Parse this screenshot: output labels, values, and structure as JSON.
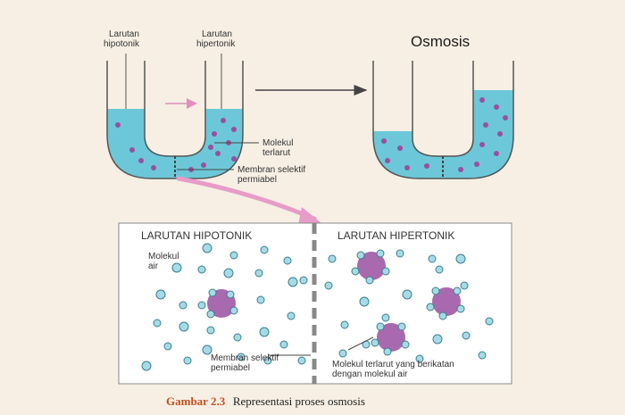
{
  "title": "Osmosis",
  "labels": {
    "left_tube_left_top": "Larutan\nhipotonik",
    "left_tube_right_top": "Larutan\nhipertonik",
    "solute": "Molekul\nterlarut",
    "membrane_top": "Membran selektif\npermiabel",
    "box_left_header": "LARUTAN HIPOTONIK",
    "box_right_header": "LARUTAN HIPERTONIK",
    "water_molecule": "Molekul\nair",
    "membrane_bottom": "Membran selektif\npermiabel",
    "bound_solute": "Molekul terlarut yang berikatan\ndengan molekul air"
  },
  "caption": {
    "figure": "Gambar 2.3",
    "text": "Representasi proses osmosis"
  },
  "colors": {
    "background": "#f7efe4",
    "water": "#5cc3d6",
    "solute": "#9a4fa0",
    "molecule": "#a6dbe6",
    "arrow_pink": "#e79cc8"
  }
}
